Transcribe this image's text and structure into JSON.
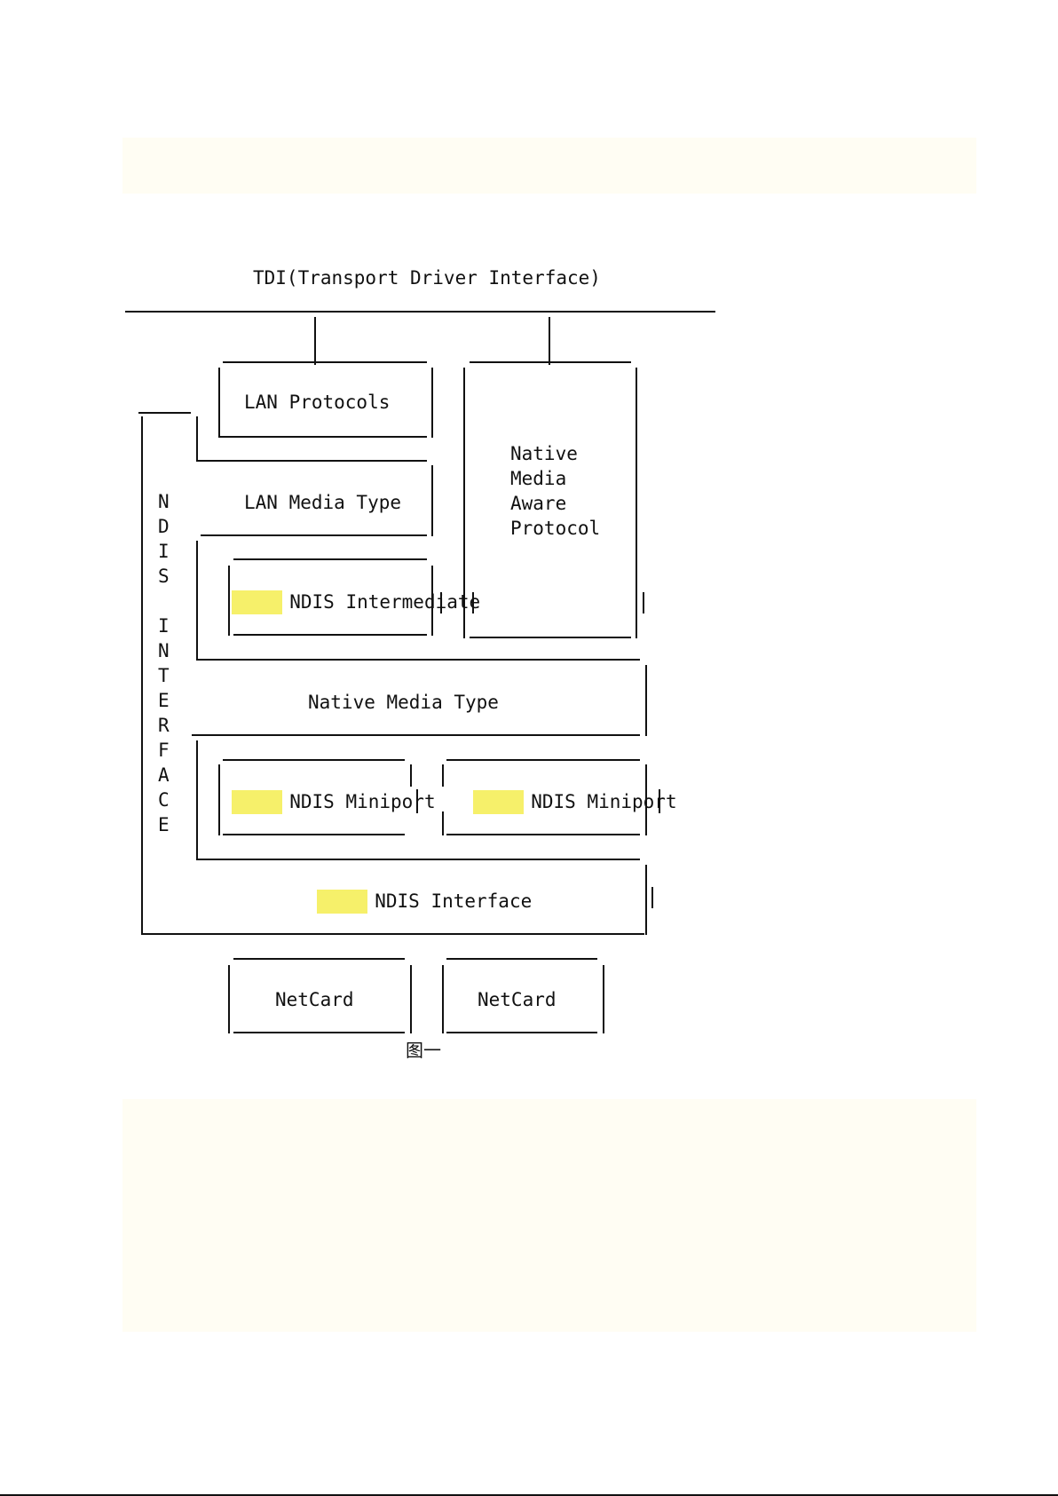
{
  "diagram": {
    "tdi_label": "TDI(Transport Driver Interface)",
    "lan_protocols": "LAN Protocols",
    "lan_media_type": "LAN Media Type",
    "native_protocol_lines": [
      "Native",
      "Media",
      "Aware",
      "Protocol"
    ],
    "ndis_vertical_letters": [
      "N",
      "D",
      "I",
      "S",
      "I",
      "N",
      "T",
      "E",
      "R",
      "F",
      "A",
      "C",
      "E"
    ],
    "ndis_word": "NDIS",
    "intermediate_suffix": " Intermediate",
    "native_media_type": "Native Media Type",
    "miniport_suffix": " Miniport",
    "interface_suffix": " Interface",
    "netcard": "NetCard",
    "caption": "图一"
  },
  "colors": {
    "highlight": "#f6f06a",
    "band_background": "#fffdf3",
    "line": "#111111"
  }
}
